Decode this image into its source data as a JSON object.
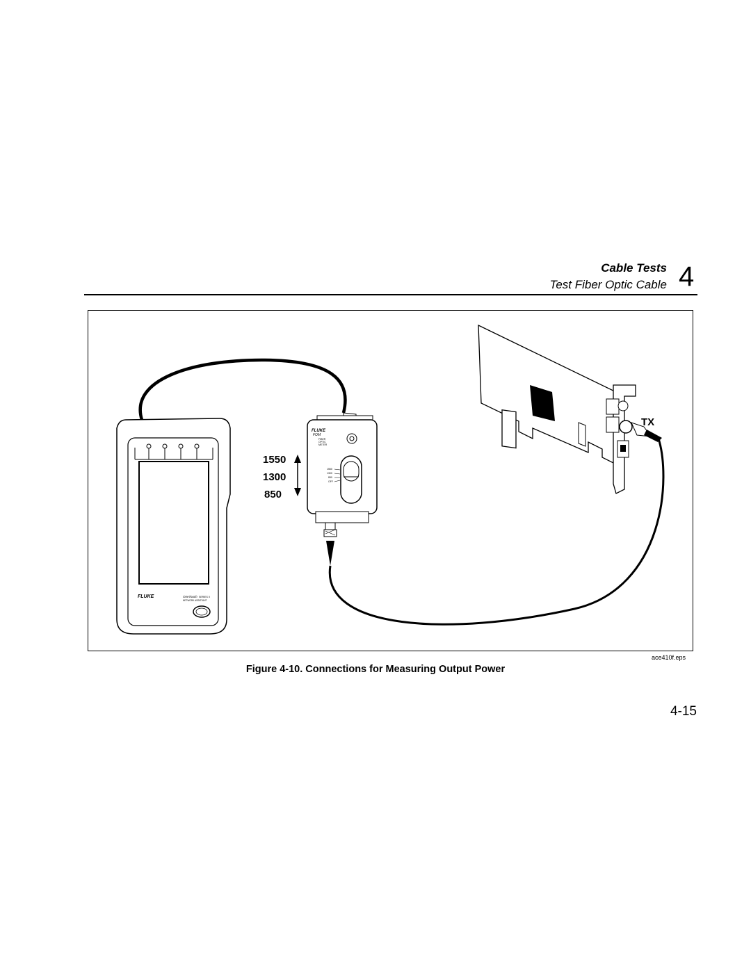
{
  "header": {
    "section_title": "Cable Tests",
    "section_subtitle": "Test Fiber Optic Cable",
    "chapter_number": "4"
  },
  "figure": {
    "wavelengths": [
      "1550",
      "1300",
      "850"
    ],
    "tx_label": "TX",
    "meter_brand": "FLUKE",
    "meter_model": "FOM",
    "meter_desc": [
      "FIBER",
      "OPTIC",
      "METER"
    ],
    "switch_positions": [
      "1550",
      "1300",
      "850",
      "OFF"
    ],
    "analyzer_brand": "FLUKE",
    "analyzer_product": "OneTouch",
    "analyzer_series": "SERIES II",
    "analyzer_desc": "NETWORK ASSISTANT",
    "file_label": "ace410f.eps",
    "caption": "Figure 4-10. Connections for Measuring Output Power"
  },
  "footer": {
    "page_number": "4-15"
  }
}
